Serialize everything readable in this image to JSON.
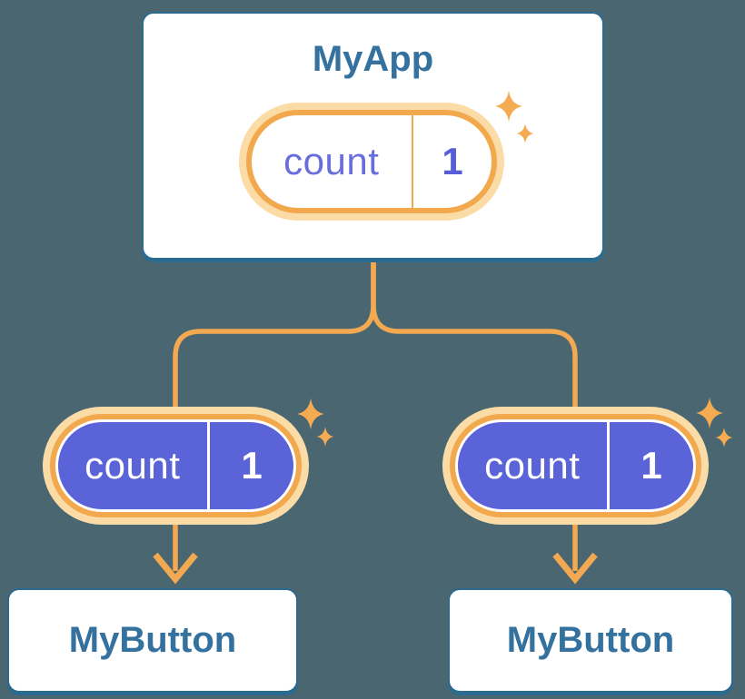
{
  "diagram": {
    "type": "component-tree",
    "root": {
      "title": "MyApp",
      "state": {
        "name": "count",
        "value": "1"
      }
    },
    "children": [
      {
        "title": "MyButton",
        "state": {
          "name": "count",
          "value": "1"
        }
      },
      {
        "title": "MyButton",
        "state": {
          "name": "count",
          "value": "1"
        }
      }
    ],
    "colors": {
      "background": "#4A6670",
      "card_fill": "#FFFFFF",
      "card_border_blue": "#2B6B90",
      "title_text_blue": "#35719E",
      "pill_purple": "#5B63D8",
      "pill_orange_ring": "#F2A94E",
      "pill_peach_ring": "#FBDBA6",
      "connector_orange": "#F2A952",
      "state_name_purple": "#6A6EDC",
      "state_value_purple": "#575DD4",
      "state_text_on_purple": "#FFFFFF"
    },
    "icons": {
      "sparkle": "sparkle-icon",
      "arrow": "arrow-down-icon"
    }
  }
}
